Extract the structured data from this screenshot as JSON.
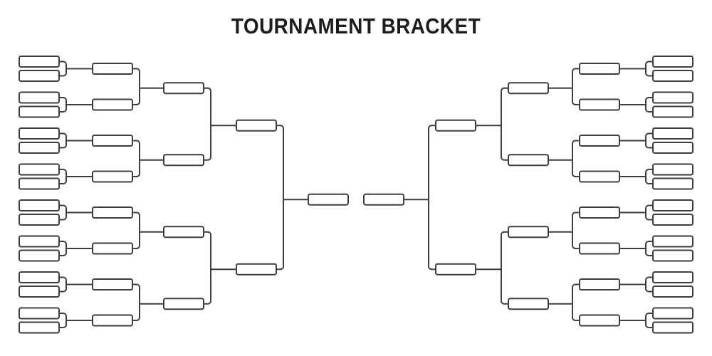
{
  "title": "TOURNAMENT BRACKET",
  "bracket": {
    "type": "single-elimination",
    "sides": [
      "left",
      "right"
    ],
    "teams_per_side": 16,
    "total_first_round_slots": 32,
    "slots_per_round_per_side": [
      16,
      8,
      4,
      2,
      1
    ],
    "slot_label": "",
    "center_gap_between_finalists": true
  },
  "colors": {
    "line": "#3e3e3e",
    "box_fill": "#ffffff",
    "background": "#ffffff",
    "title": "#1c1c1c"
  }
}
